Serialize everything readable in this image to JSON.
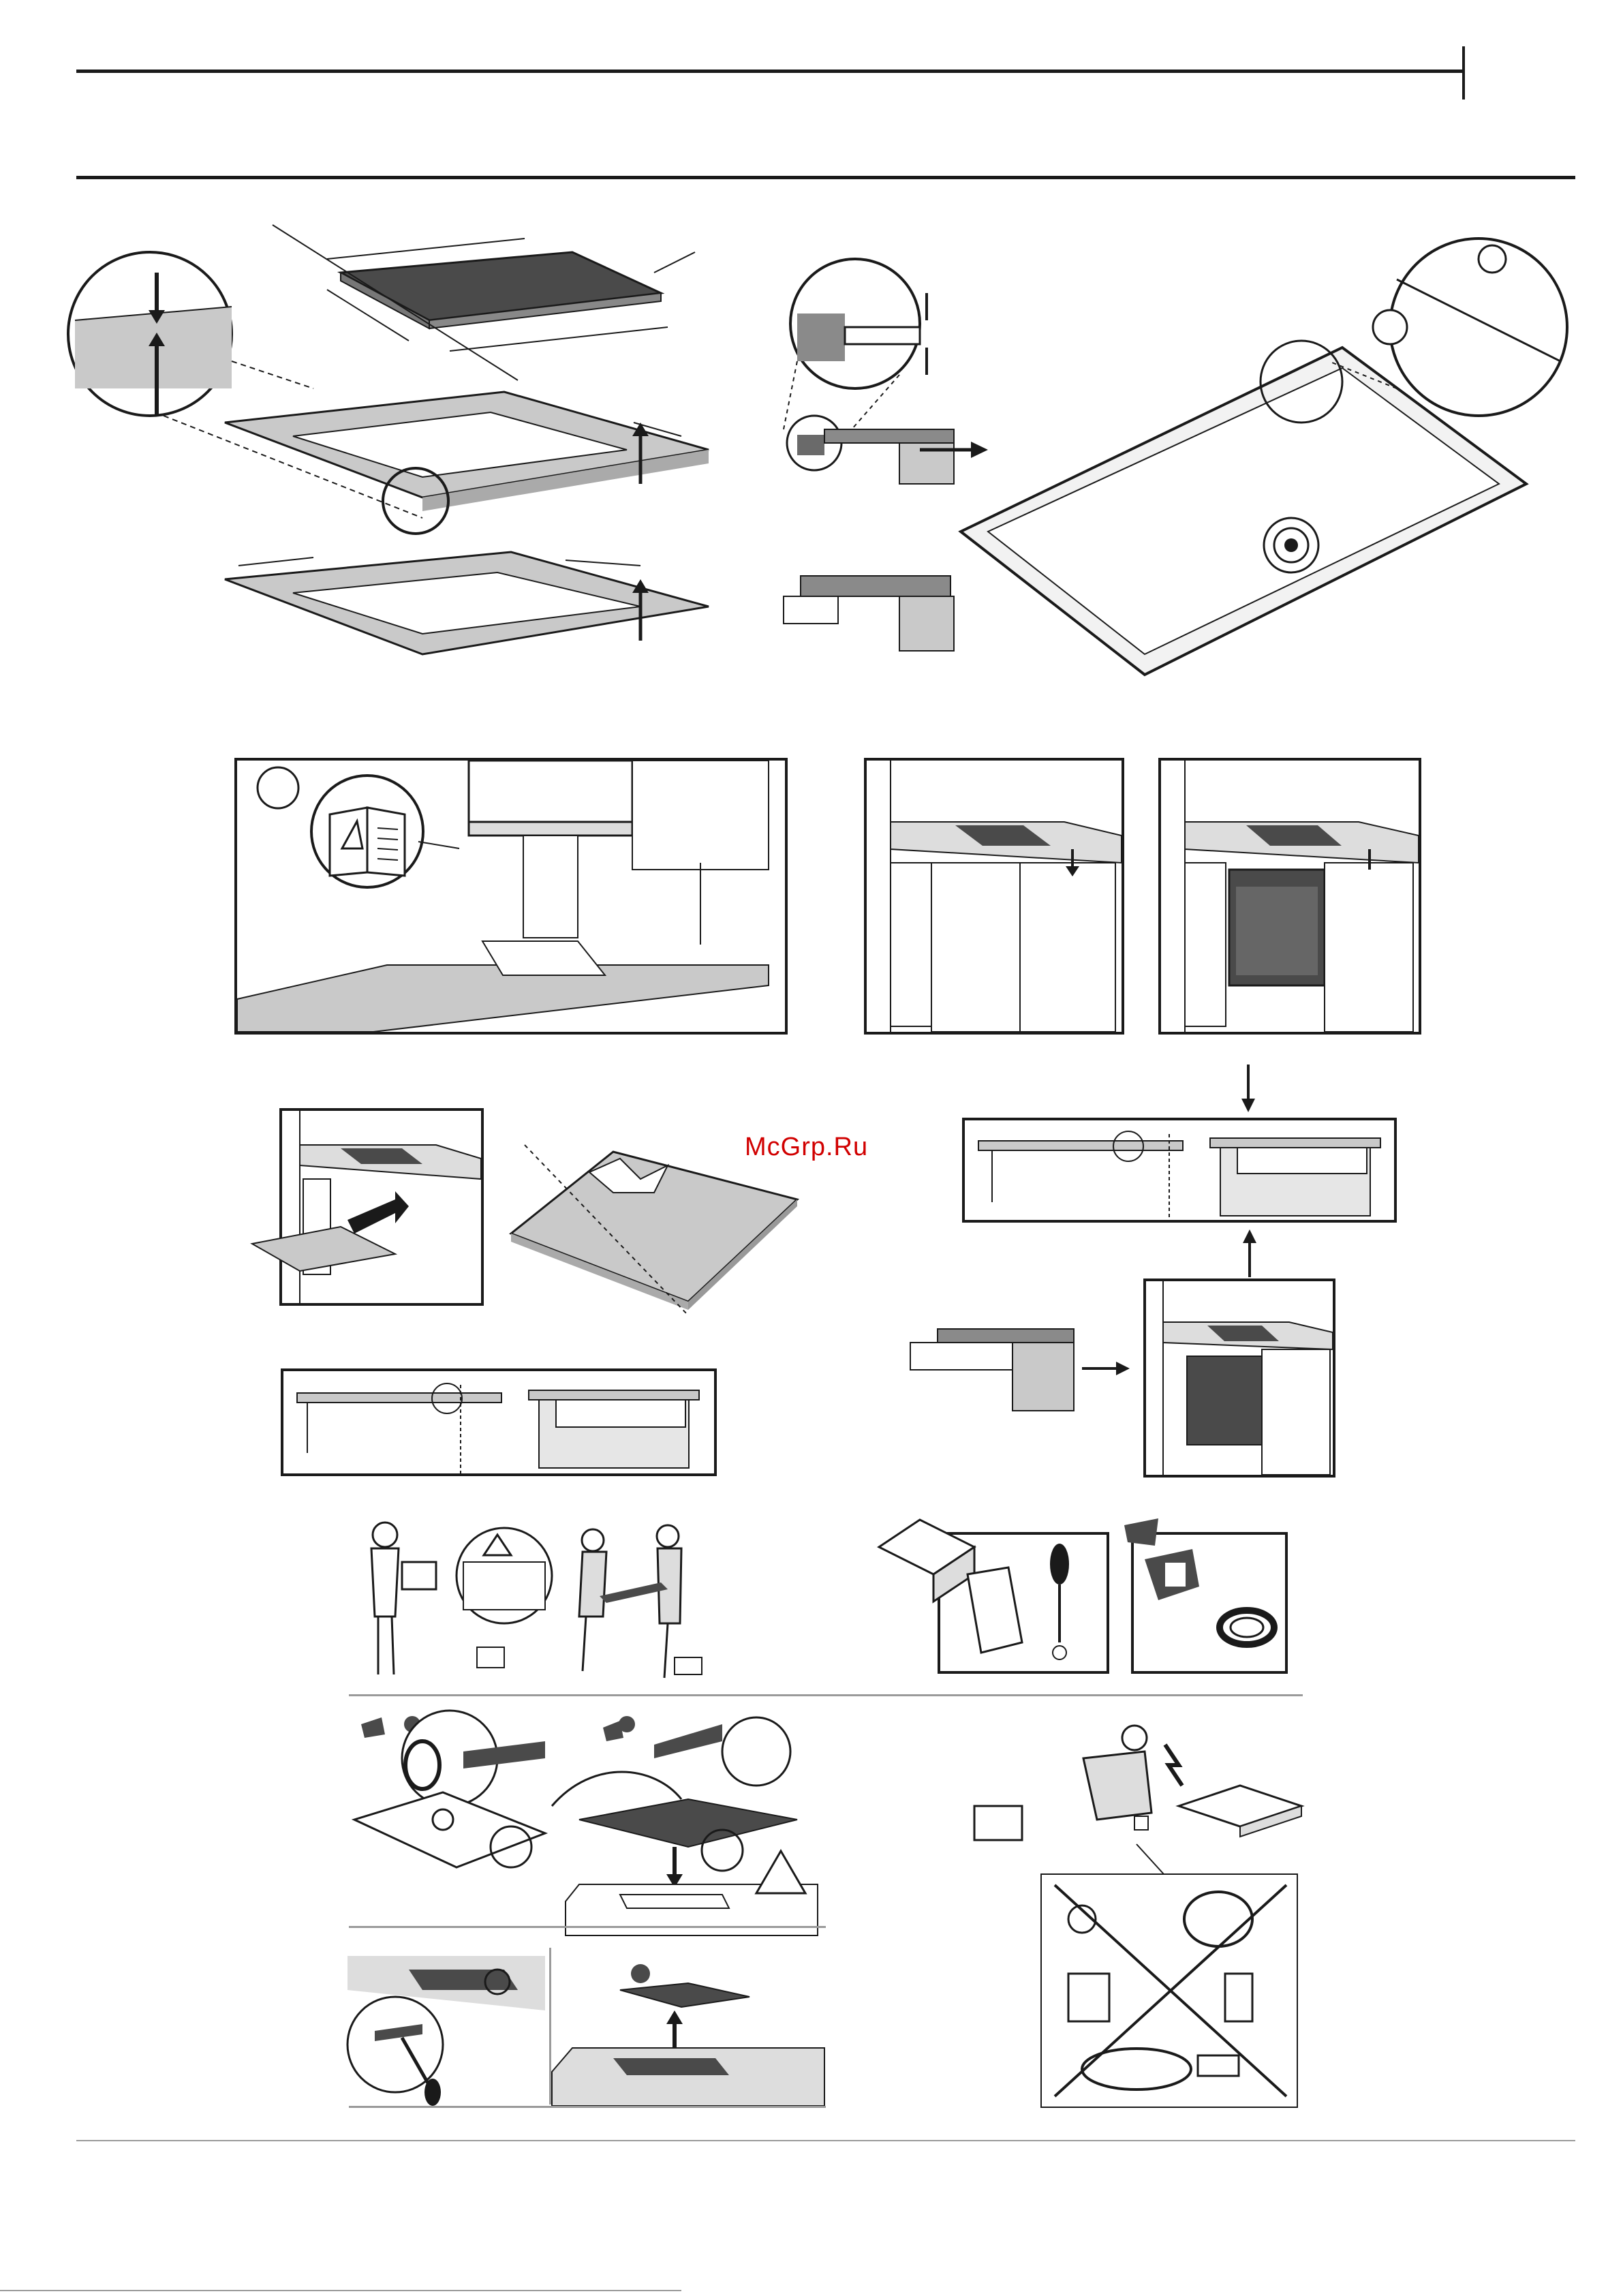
{
  "document": {
    "watermark": "McGrp.Ru",
    "warning_symbol": "!",
    "colors": {
      "ink": "#1a1a1a",
      "panel_gray": "#c9c9c9",
      "surface_dark": "#4a4a4a",
      "watermark_red": "#d10000"
    },
    "icons": [
      "hob-dimensions-illustration",
      "cutout-frame-illustration",
      "seal-detail-magnifier",
      "hob-underside-clips-illustration",
      "kitchen-clearance-illustration",
      "instruction-manual-icon",
      "cabinet-installation-illustration",
      "oven-cabinet-illustration",
      "drawer-installation-illustration",
      "worktop-cutout-illustration",
      "section-detail-illustration",
      "safety-reading-person-illustration",
      "two-person-lift-illustration",
      "toolbox-gloves-screwdriver-illustration",
      "sealing-tape-illustration",
      "seal-application-illustration",
      "hob-insertion-illustration",
      "warning-triangle-icon",
      "electrician-illustration",
      "no-extension-cables-illustration",
      "screwdriver-removal-illustration",
      "hob-lift-out-illustration"
    ]
  }
}
